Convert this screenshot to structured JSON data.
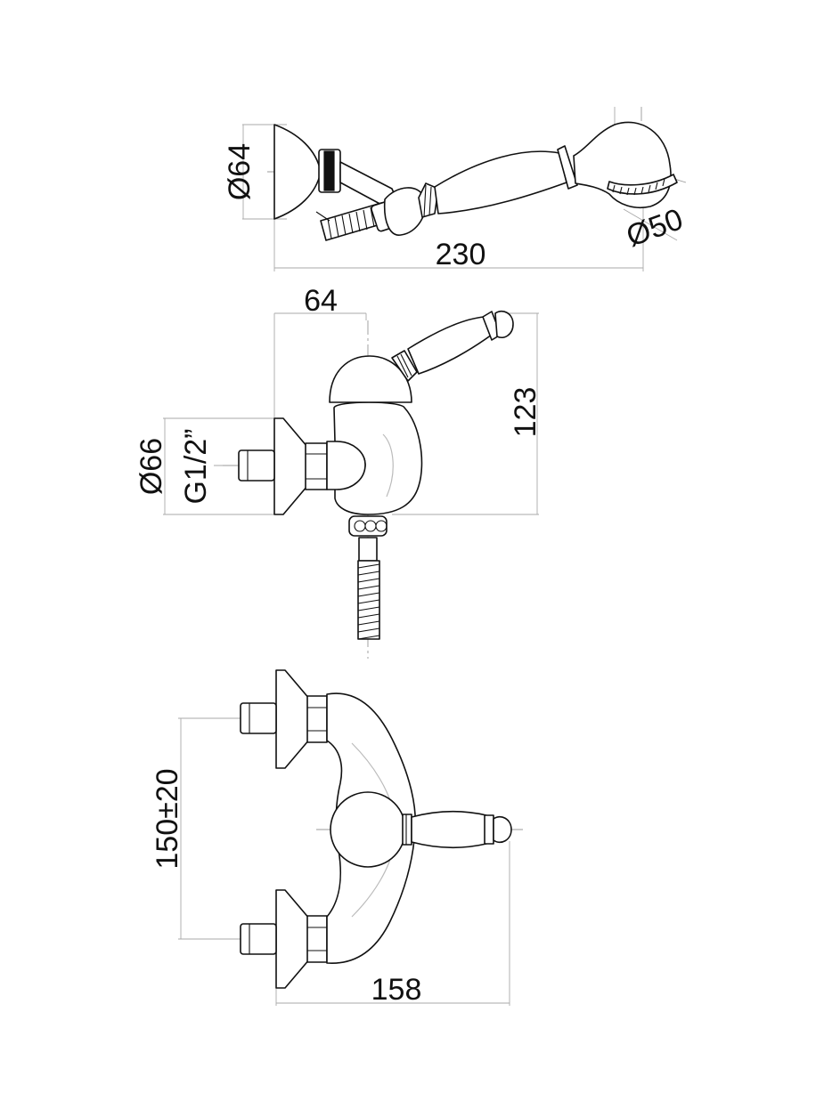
{
  "colors": {
    "line": "#111111",
    "dimension_line": "#aaaaaa",
    "center_line": "#999999",
    "hidden_line": "#bbbbbb",
    "background": "#ffffff"
  },
  "views": {
    "hand_shower": {
      "dimensions": {
        "holder_diameter": "Ø64",
        "head_diameter": "Ø50",
        "length": "230"
      }
    },
    "side": {
      "dimensions": {
        "depth": "64",
        "height": "123",
        "flange_diameter": "Ø66",
        "thread": "G1/2”"
      }
    },
    "front": {
      "dimensions": {
        "centers": "150±20",
        "width": "158"
      }
    }
  }
}
